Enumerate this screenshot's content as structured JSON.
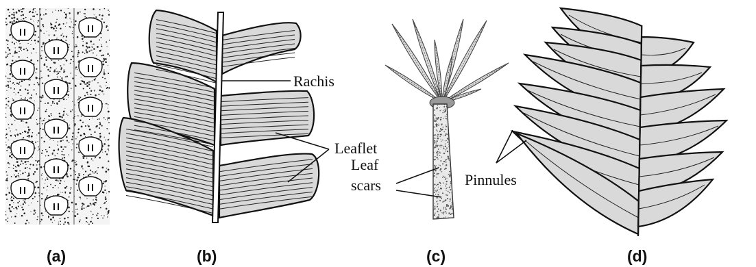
{
  "labels": {
    "rachis": "Rachis",
    "leaflet": "Leaflet",
    "leaf_scars_line1": "Leaf",
    "leaf_scars_line2": "scars",
    "pinnules": "Pinnules"
  },
  "captions": {
    "a": "(a)",
    "b": "(b)",
    "c": "(c)",
    "d": "(d)"
  },
  "colors": {
    "leaf_fill": "#d9d9d9",
    "outline": "#111111",
    "background": "#ffffff"
  }
}
